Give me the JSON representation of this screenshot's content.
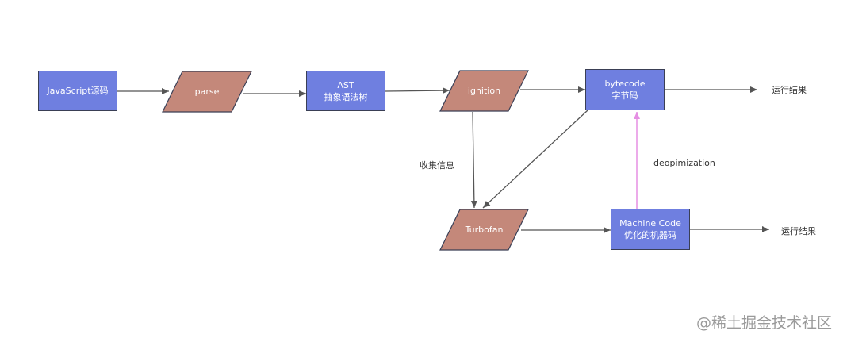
{
  "nodes": {
    "js_source": {
      "label": "JavaScript源码"
    },
    "parse": {
      "label": "parse"
    },
    "ast": {
      "line1": "AST",
      "line2": "抽象语法树"
    },
    "ignition": {
      "label": "ignition"
    },
    "bytecode": {
      "line1": "bytecode",
      "line2": "字节码"
    },
    "turbofan": {
      "label": "Turbofan"
    },
    "machine_code": {
      "line1": "Machine Code",
      "line2": "优化的机器码"
    }
  },
  "edge_labels": {
    "collect_info": "收集信息",
    "deoptimization": "deopimization",
    "run_result_top": "运行结果",
    "run_result_bottom": "运行结果"
  },
  "watermark": "@稀土掘金技术社区",
  "colors": {
    "rect_fill": "#6f7fe0",
    "parallelogram_fill": "#c4887a",
    "edge": "#555555",
    "deopt_edge": "#e58fe3"
  }
}
